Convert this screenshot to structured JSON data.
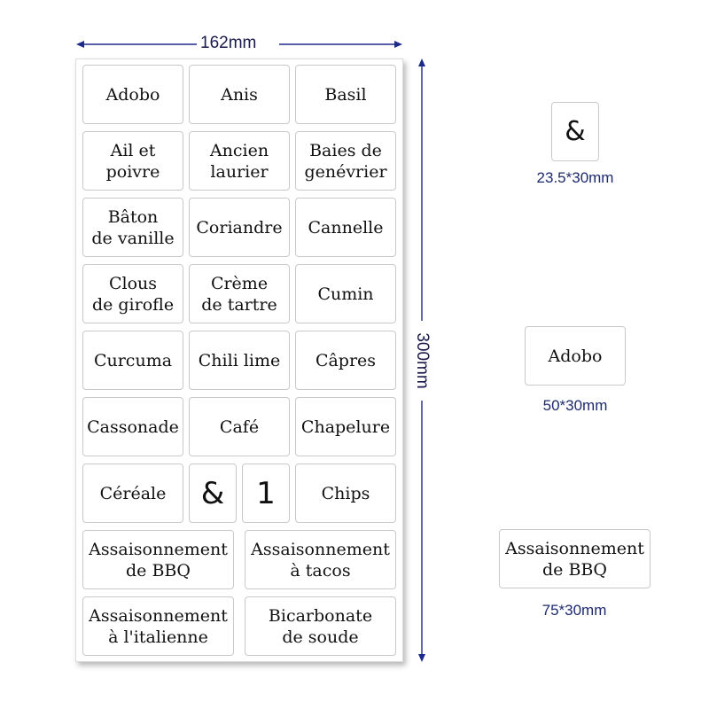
{
  "dimensions": {
    "width": "162mm",
    "height": "300mm"
  },
  "colors": {
    "arrow": "#1e2a8a",
    "caption": "#1e2a6e",
    "label_border": "#c9c9c9"
  },
  "sheet_labels": [
    "Adobo",
    "Anis",
    "Basil",
    "Ail  et\npoivre",
    "Ancien\nlaurier",
    "Baies de\ngenévrier",
    "Bâton\nde vanille",
    "Coriandre",
    "Cannelle",
    "Clous\nde girofle",
    "Crème\nde tartre",
    "Cumin",
    "Curcuma",
    "Chili lime",
    "Câpres",
    "Cassonade",
    "Café",
    "Chapelure",
    "Céréale",
    "&",
    "1",
    "Chips",
    "Assaisonnement\nde BBQ",
    "Assaisonnement\nà tacos",
    "Assaisonnement\nà l'italienne",
    "Bicarbonate\nde soude"
  ],
  "samples": [
    {
      "text": "&",
      "size": "23.5*30mm"
    },
    {
      "text": "Adobo",
      "size": "50*30mm"
    },
    {
      "text": "Assaisonnement\nde BBQ",
      "size": "75*30mm"
    }
  ]
}
